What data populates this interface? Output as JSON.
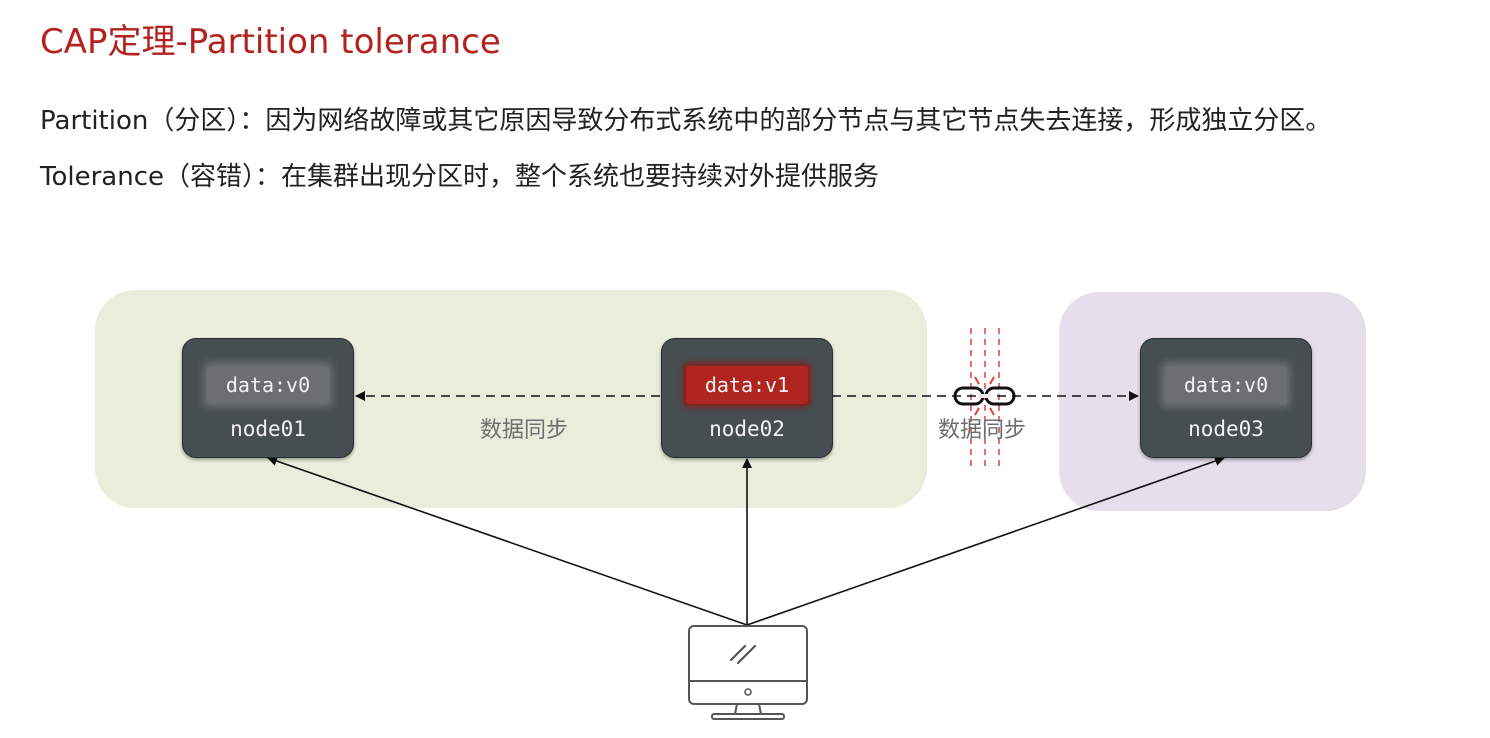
{
  "title": "CAP定理-Partition tolerance",
  "description": {
    "partition": "Partition（分区）：因为网络故障或其它原因导致分布式系统中的部分节点与其它节点失去连接，形成独立分区。",
    "tolerance": "Tolerance（容错）：在集群出现分区时，整个系统也要持续对外提供服务"
  },
  "nodes": [
    {
      "name": "node01",
      "data": "data:v0",
      "state": "normal"
    },
    {
      "name": "node02",
      "data": "data:v1",
      "state": "updated"
    },
    {
      "name": "node03",
      "data": "data:v0",
      "state": "normal"
    }
  ],
  "sync_labels": [
    "数据同步",
    "数据同步"
  ],
  "icons": {
    "broken_link": "broken-link-icon",
    "client": "computer-monitor-icon"
  },
  "colors": {
    "title": "#b3221f",
    "node_bg": "#474e51",
    "updated_data": "#b0251f",
    "partition_a": "#eaeddc",
    "partition_b": "#e4dfeb",
    "break_marker": "#e0403a"
  }
}
